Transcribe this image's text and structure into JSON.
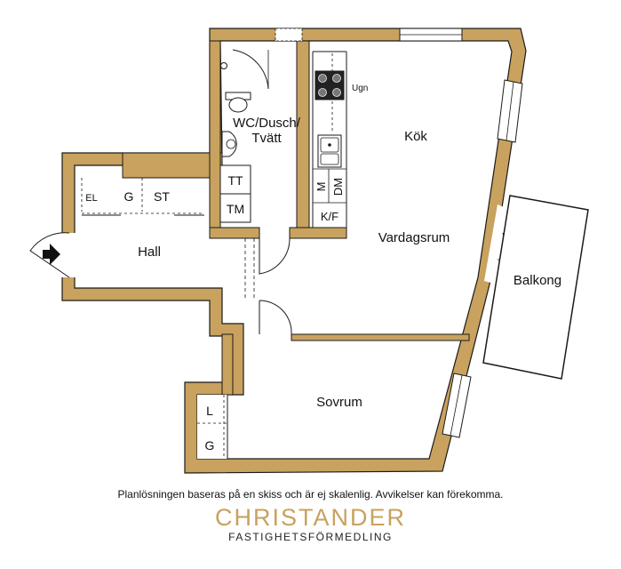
{
  "rooms": {
    "wc": [
      "WC/Dusch/",
      "Tvätt"
    ],
    "kok": "Kök",
    "ugn": "Ugn",
    "hall": "Hall",
    "vardagsrum": "Vardagsrum",
    "balkong": "Balkong",
    "sovrum": "Sovrum"
  },
  "storage": {
    "el": "EL",
    "g_hall": "G",
    "st": "ST",
    "tt": "TT",
    "tm": "TM",
    "m": "M",
    "dm": "DM",
    "kf": "K/F",
    "l": "L",
    "g_bed": "G"
  },
  "footer": {
    "disclaimer": "Planlösningen baseras på en skiss och är ej skalenlig. Avvikelser kan förekomma.",
    "brand": "CHRISTANDER",
    "brand_sub": "FASTIGHETSFÖRMEDLING"
  },
  "colors": {
    "wall": "#c8a25e",
    "wall_edge": "#1a1a1a"
  }
}
